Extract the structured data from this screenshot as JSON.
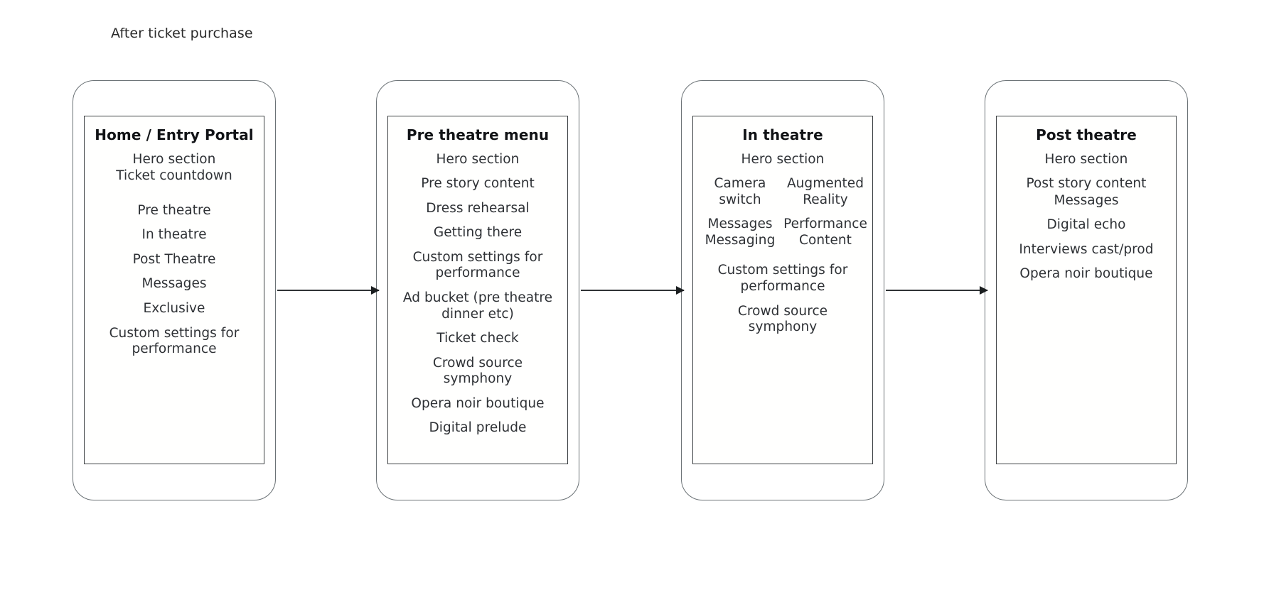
{
  "caption": "After ticket purchase",
  "colors": {
    "background": "#ffffff",
    "frame_stroke": "#6b7276",
    "screen_stroke": "#3c4043",
    "title_text": "#111316",
    "body_text": "#2e3135",
    "arrow": "#2f3336"
  },
  "flow": {
    "arrows": [
      {
        "name": "arrow-home-to-pre",
        "from": "Home / Entry Portal",
        "to": "Pre theatre menu",
        "direction": "right"
      },
      {
        "name": "arrow-pre-to-in",
        "from": "Pre theatre menu",
        "to": "In theatre",
        "direction": "right"
      },
      {
        "name": "arrow-in-to-post",
        "from": "In theatre",
        "to": "Post theatre",
        "direction": "right"
      }
    ]
  },
  "screens": [
    {
      "id": "home-entry-portal",
      "title": "Home / Entry Portal",
      "items": [
        {
          "text": "Hero section",
          "style": "tight"
        },
        {
          "text": "Ticket countdown",
          "style": "gap"
        },
        {
          "text": "Pre theatre",
          "style": "normal"
        },
        {
          "text": "In theatre",
          "style": "normal"
        },
        {
          "text": "Post Theatre",
          "style": "normal"
        },
        {
          "text": "Messages",
          "style": "normal"
        },
        {
          "text": "Exclusive",
          "style": "normal"
        },
        {
          "text": "Custom settings for performance",
          "style": "normal"
        }
      ]
    },
    {
      "id": "pre-theatre-menu",
      "title": "Pre theatre menu",
      "items": [
        {
          "text": "Hero section",
          "style": "normal"
        },
        {
          "text": "Pre story content",
          "style": "normal"
        },
        {
          "text": "Dress rehearsal",
          "style": "normal"
        },
        {
          "text": "Getting there",
          "style": "normal"
        },
        {
          "text": "Custom settings for performance",
          "style": "normal"
        },
        {
          "text": "Ad bucket (pre theatre dinner etc)",
          "style": "normal"
        },
        {
          "text": "Ticket check",
          "style": "normal"
        },
        {
          "text": "Crowd source symphony",
          "style": "normal"
        },
        {
          "text": "Opera noir boutique",
          "style": "normal"
        },
        {
          "text": "Digital prelude",
          "style": "normal"
        }
      ]
    },
    {
      "id": "in-theatre",
      "title": "In theatre",
      "items": [
        {
          "text": "Hero section",
          "style": "normal"
        }
      ],
      "two_column_rows": [
        {
          "left": "Camera switch",
          "right": "Augmented Reality"
        },
        {
          "left": "Messages Messaging",
          "right": "Performance Content"
        }
      ],
      "items_after": [
        {
          "text": "Custom settings for performance",
          "style": "normal"
        },
        {
          "text": "Crowd source symphony",
          "style": "normal"
        }
      ]
    },
    {
      "id": "post-theatre",
      "title": "Post theatre",
      "items": [
        {
          "text": "Hero section",
          "style": "normal"
        },
        {
          "text": "Post story content",
          "style": "tight"
        },
        {
          "text": "Messages",
          "style": "normal"
        },
        {
          "text": "Digital echo",
          "style": "normal"
        },
        {
          "text": "Interviews cast/prod",
          "style": "normal"
        },
        {
          "text": "Opera noir boutique",
          "style": "normal"
        }
      ]
    }
  ]
}
